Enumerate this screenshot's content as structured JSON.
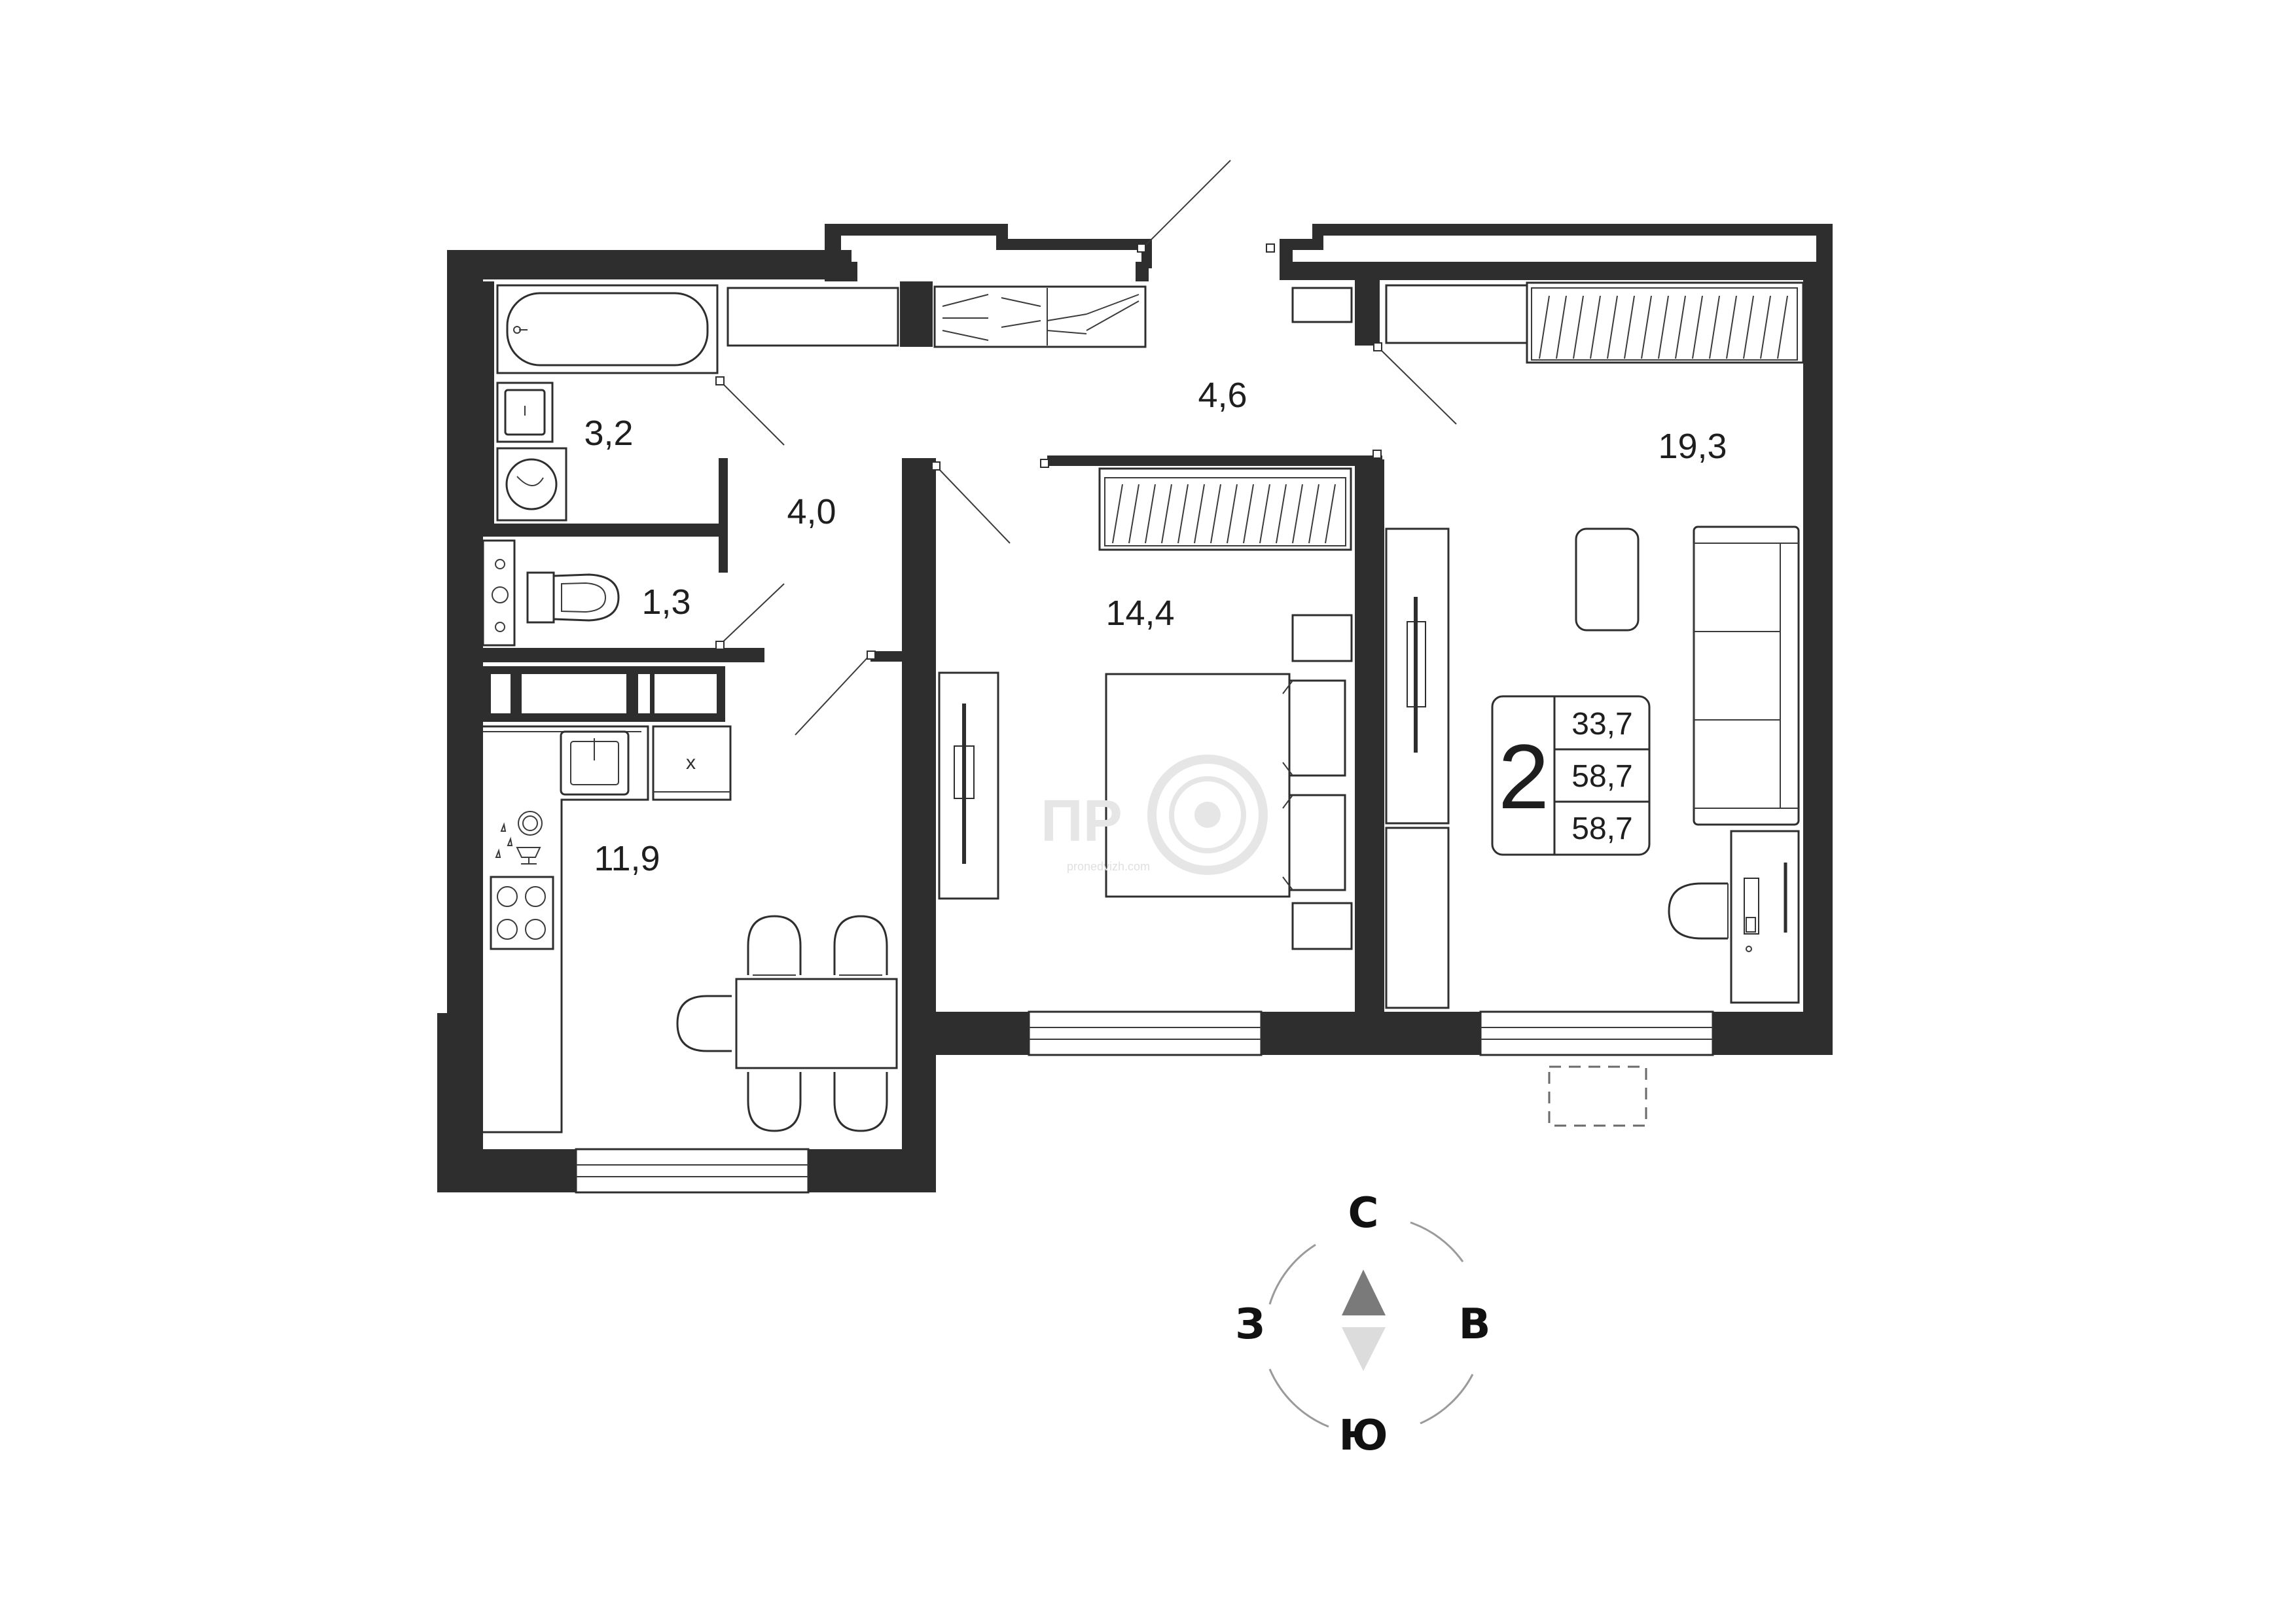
{
  "plan": {
    "rooms": [
      {
        "id": "bathroom",
        "area": "3,2"
      },
      {
        "id": "hall",
        "area": "4,0"
      },
      {
        "id": "corridor",
        "area": "4,6"
      },
      {
        "id": "toilet",
        "area": "1,3"
      },
      {
        "id": "bedroom",
        "area": "14,4"
      },
      {
        "id": "living-room",
        "area": "19,3"
      },
      {
        "id": "kitchen",
        "area": "11,9"
      }
    ],
    "badge": {
      "rooms_count": "2",
      "living_area": "33,7",
      "total_area": "58,7",
      "total_area_with_balcony": "58,7"
    },
    "compass": {
      "north": "С",
      "south": "Ю",
      "west": "З",
      "east": "В"
    },
    "watermark": {
      "logo": "ПР",
      "site": "pronedvizh.com"
    }
  },
  "colors": {
    "wall": "#2e2e2e",
    "line": "#2e2e2e",
    "compass_north": "#7a7a7a",
    "compass_south": "#dcdcdc",
    "watermark": "#e6e6e6"
  }
}
